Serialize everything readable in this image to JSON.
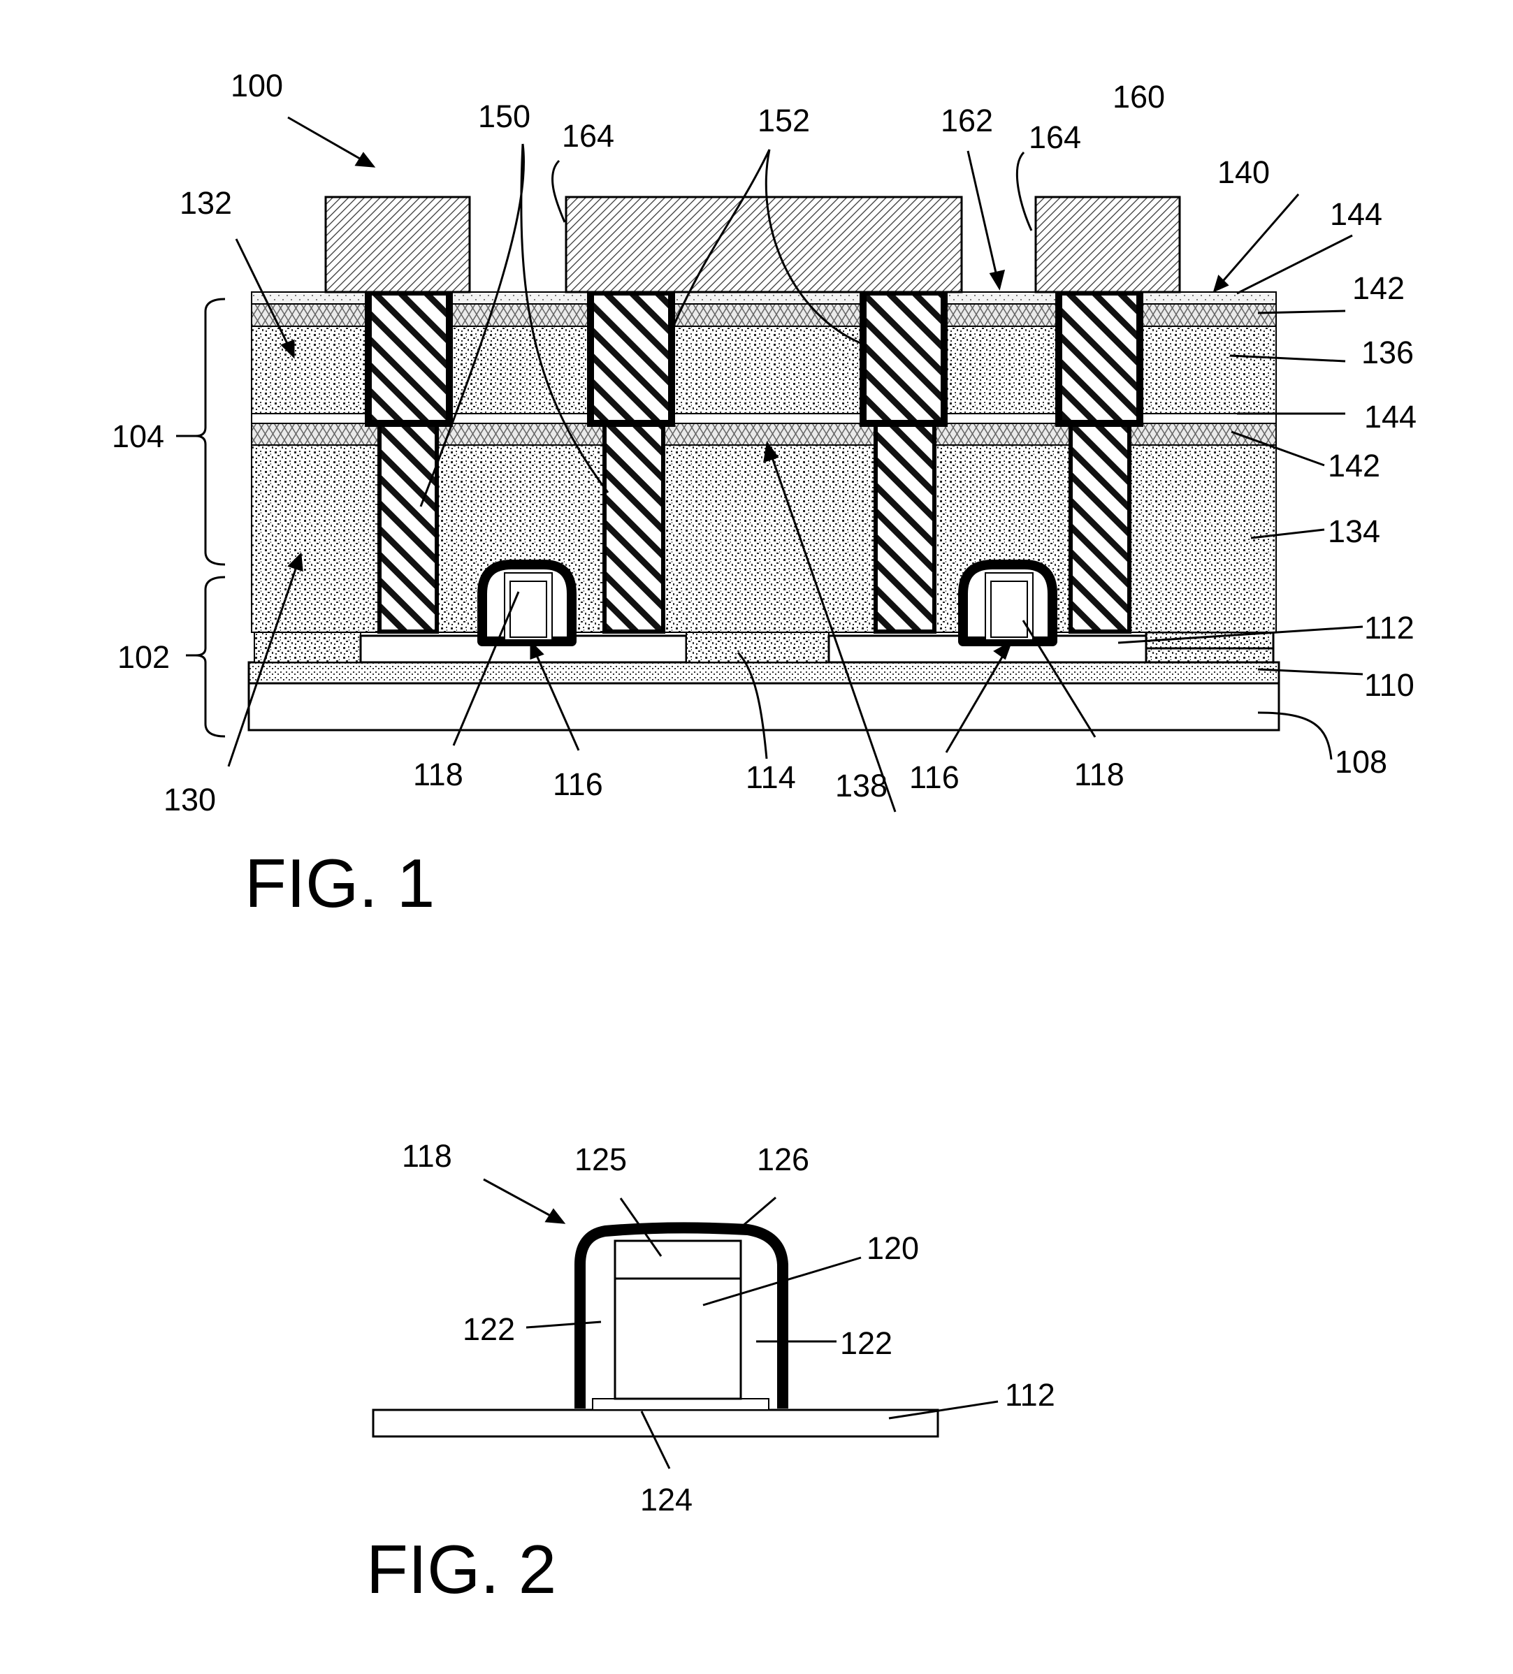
{
  "fig1": {
    "caption": "FIG. 1",
    "labels": {
      "l100": "100",
      "l150": "150",
      "l164a": "164",
      "l152": "152",
      "l162": "162",
      "l164b": "164",
      "l160": "160",
      "l140": "140",
      "l144a": "144",
      "l132": "132",
      "l142a": "142",
      "l136": "136",
      "l104": "104",
      "l144b": "144",
      "l142b": "142",
      "l134": "134",
      "l102": "102",
      "l112": "112",
      "l110": "110",
      "l108": "108",
      "l130": "130",
      "l118a": "118",
      "l116a": "116",
      "l114": "114",
      "l138": "138",
      "l116b": "116",
      "l118b": "118"
    }
  },
  "fig2": {
    "caption": "FIG. 2",
    "labels": {
      "l118": "118",
      "l125": "125",
      "l126": "126",
      "l120": "120",
      "l122a": "122",
      "l122b": "122",
      "l112": "112",
      "l124": "124"
    }
  }
}
